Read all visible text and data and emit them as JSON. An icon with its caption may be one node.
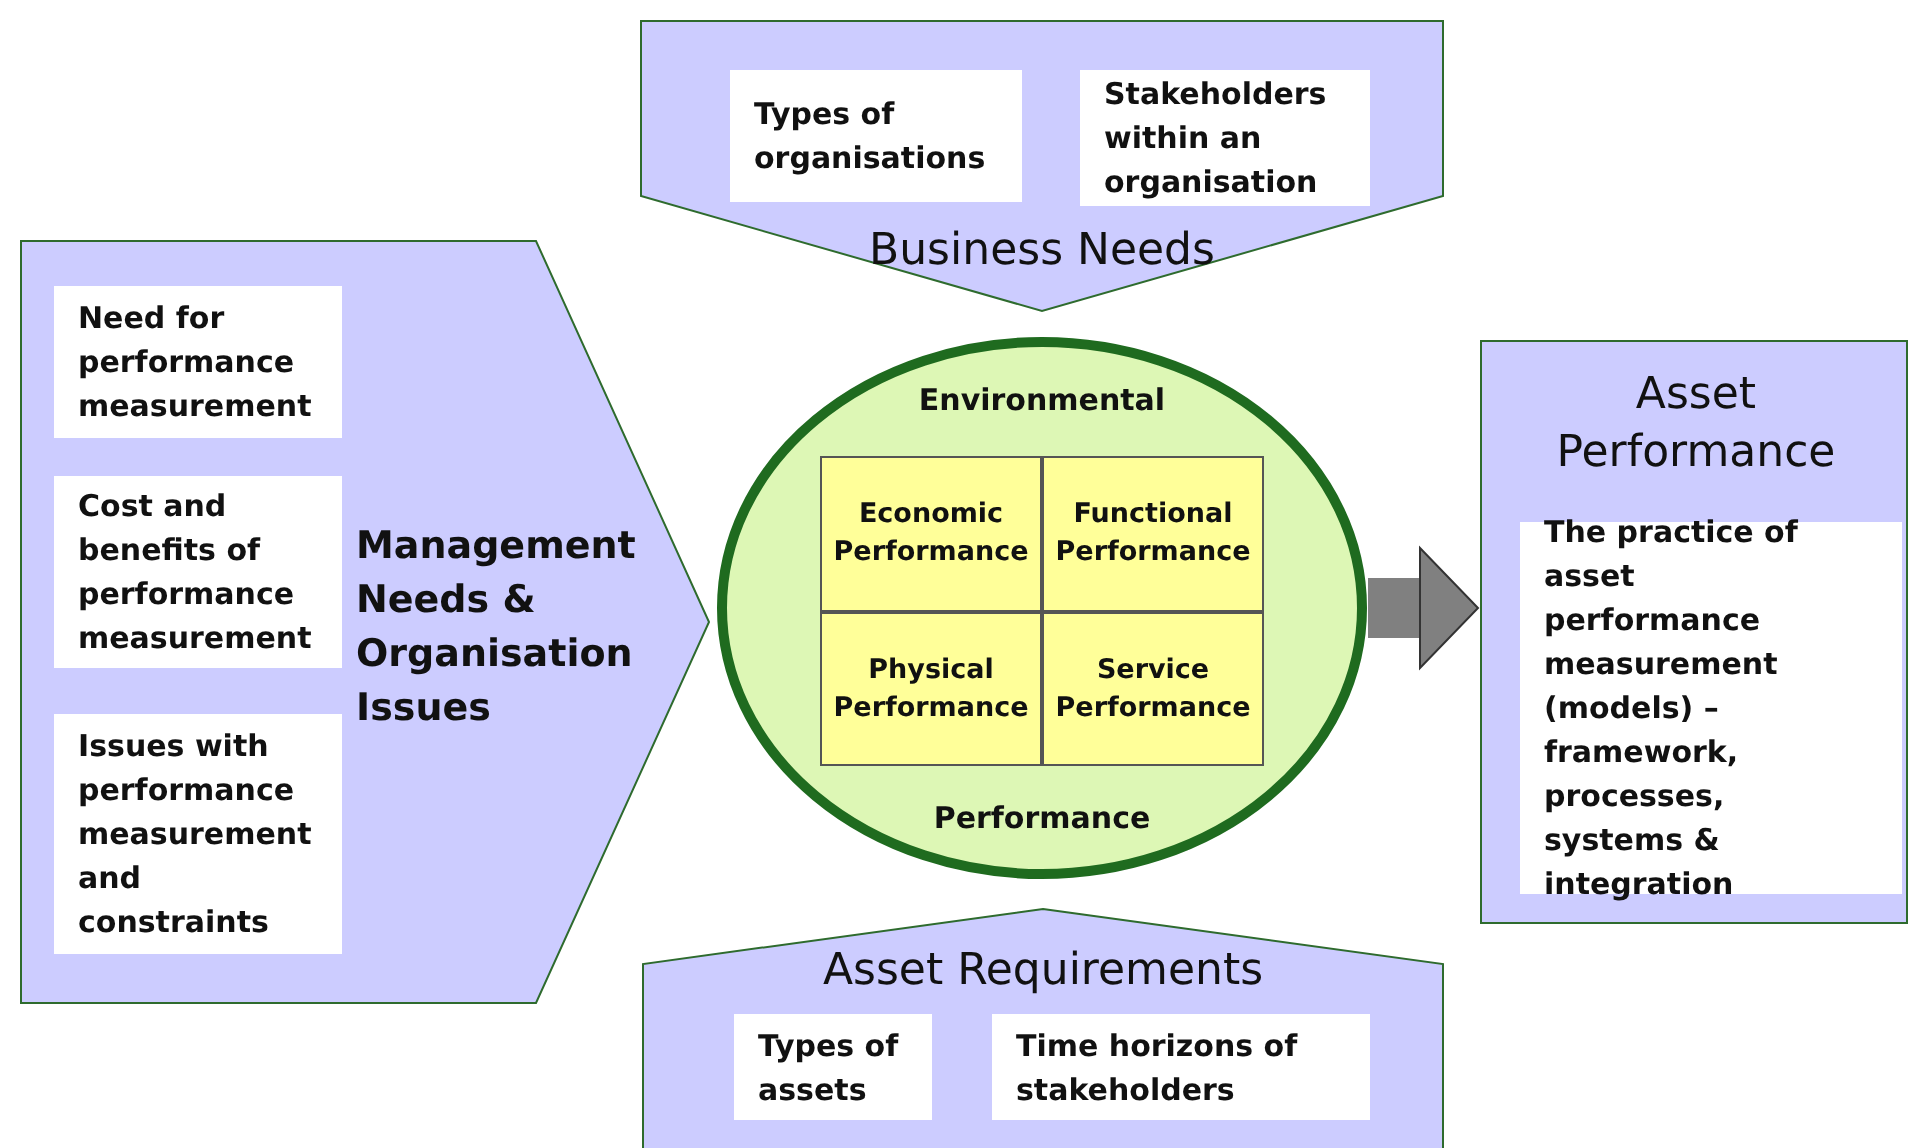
{
  "diagram": {
    "nodes": [
      {
        "text": [
          "Business Needs"
        ]
      },
      {
        "text": [
          "Types of organisations"
        ],
        "in": 0
      },
      {
        "text": [
          "Stakeholders within an organisation"
        ],
        "in": 0
      },
      {
        "text": [
          "Management Needs & Organisation Issues"
        ]
      },
      {
        "text": [
          "Need for performance measurement"
        ],
        "in": 3
      },
      {
        "text": [
          "Cost and benefits of performance measurement"
        ],
        "in": 3
      },
      {
        "text": [
          "Issues with performance measurement and constraints"
        ],
        "in": 3
      },
      {
        "text": [
          "Environmental",
          "Performance"
        ]
      },
      {
        "text": [
          "Economic Performance"
        ],
        "in": 7
      },
      {
        "text": [
          "Functional Performance"
        ],
        "in": 7
      },
      {
        "text": [
          "Physical Performance"
        ],
        "in": 7
      },
      {
        "text": [
          "Service Performance"
        ],
        "in": 7
      },
      {
        "text": [
          "Asset Performance"
        ]
      },
      {
        "text": [
          "The practice of asset performance measurement (models) – framework, processes, systems & integration"
        ],
        "in": 12
      },
      {
        "text": [
          "Asset Requirements"
        ]
      },
      {
        "text": [
          "Types of assets"
        ],
        "in": 14
      },
      {
        "text": [
          "Time horizons of stakeholders"
        ],
        "in": 14
      }
    ],
    "edges": [
      {
        "from": 7,
        "to": 12,
        "arrow": "to"
      }
    ]
  }
}
